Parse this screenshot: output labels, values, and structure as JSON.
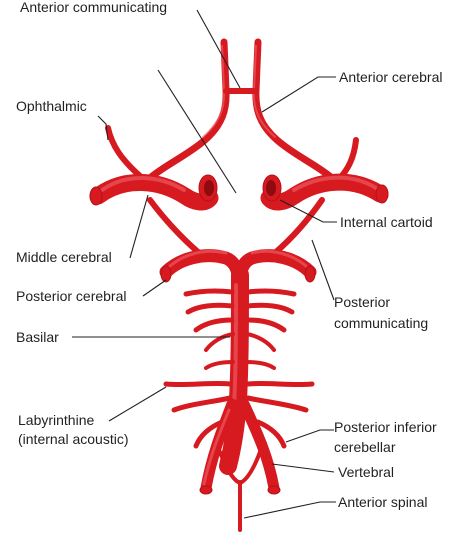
{
  "diagram": {
    "vessel_color": "#d71920",
    "labels": {
      "anterior_communicating": "Anterior communicating",
      "anterior_cerebral": "Anterior cerebral",
      "ophthalmic": "Ophthalmic",
      "internal_carotid": "Internal cartoid",
      "middle_cerebral": "Middle cerebral",
      "posterior_cerebral": "Posterior cerebral",
      "posterior_communicating_1": "Posterior",
      "posterior_communicating_2": "communicating",
      "basilar": "Basilar",
      "labyrinthine_1": "Labyrinthine",
      "labyrinthine_2": "(internal acoustic)",
      "posterior_inferior_cerebellar_1": "Posterior inferior",
      "posterior_inferior_cerebellar_2": "cerebellar",
      "vertebral": "Vertebral",
      "anterior_spinal": "Anterior spinal"
    }
  }
}
